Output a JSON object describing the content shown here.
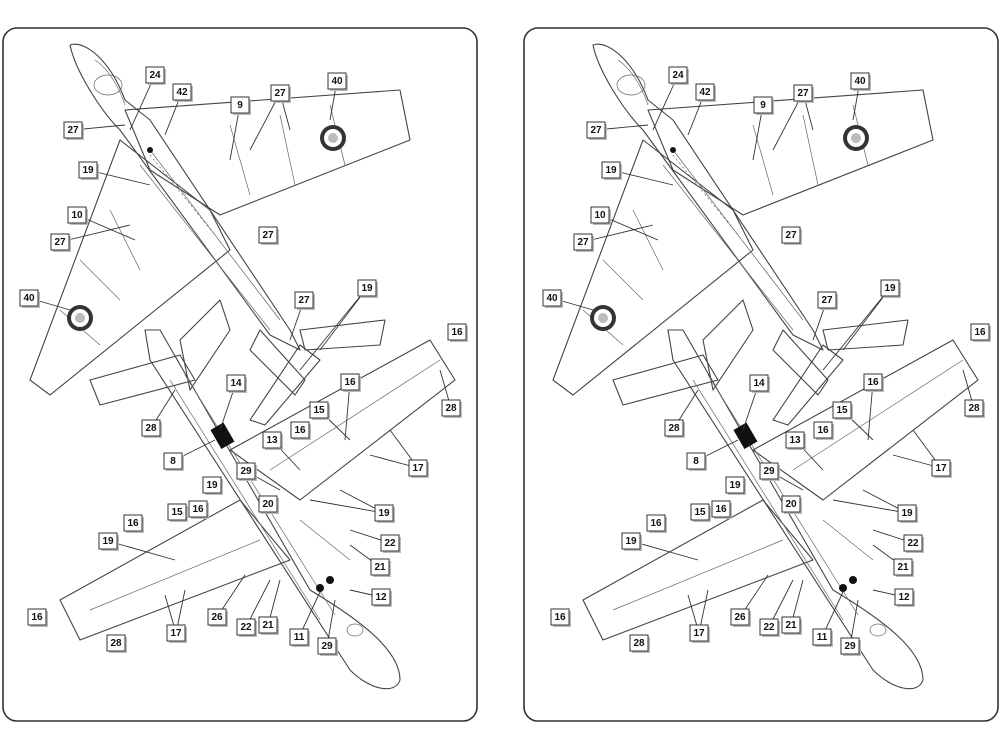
{
  "panels": [
    {
      "id": "left",
      "callouts": [
        {
          "label": "24"
        },
        {
          "label": "42"
        },
        {
          "label": "27"
        },
        {
          "label": "9"
        },
        {
          "label": "27"
        },
        {
          "label": "40"
        },
        {
          "label": "19"
        },
        {
          "label": "10"
        },
        {
          "label": "27"
        },
        {
          "label": "27"
        },
        {
          "label": "40"
        },
        {
          "label": "27"
        },
        {
          "label": "19"
        },
        {
          "label": "16"
        },
        {
          "label": "14"
        },
        {
          "label": "28"
        },
        {
          "label": "28"
        },
        {
          "label": "16"
        },
        {
          "label": "8"
        },
        {
          "label": "13"
        },
        {
          "label": "15"
        },
        {
          "label": "16"
        },
        {
          "label": "17"
        },
        {
          "label": "29"
        },
        {
          "label": "19"
        },
        {
          "label": "15"
        },
        {
          "label": "16"
        },
        {
          "label": "16"
        },
        {
          "label": "20"
        },
        {
          "label": "19"
        },
        {
          "label": "19"
        },
        {
          "label": "22"
        },
        {
          "label": "21"
        },
        {
          "label": "12"
        },
        {
          "label": "16"
        },
        {
          "label": "26"
        },
        {
          "label": "22"
        },
        {
          "label": "21"
        },
        {
          "label": "17"
        },
        {
          "label": "28"
        },
        {
          "label": "11"
        },
        {
          "label": "29"
        }
      ]
    },
    {
      "id": "right",
      "callouts": [
        {
          "label": "24"
        },
        {
          "label": "42"
        },
        {
          "label": "27"
        },
        {
          "label": "9"
        },
        {
          "label": "27"
        },
        {
          "label": "40"
        },
        {
          "label": "19"
        },
        {
          "label": "10"
        },
        {
          "label": "27"
        },
        {
          "label": "27"
        },
        {
          "label": "40"
        },
        {
          "label": "27"
        },
        {
          "label": "19"
        },
        {
          "label": "16"
        },
        {
          "label": "14"
        },
        {
          "label": "28"
        },
        {
          "label": "28"
        },
        {
          "label": "16"
        },
        {
          "label": "8"
        },
        {
          "label": "13"
        },
        {
          "label": "15"
        },
        {
          "label": "16"
        },
        {
          "label": "17"
        },
        {
          "label": "29"
        },
        {
          "label": "19"
        },
        {
          "label": "15"
        },
        {
          "label": "16"
        },
        {
          "label": "16"
        },
        {
          "label": "20"
        },
        {
          "label": "19"
        },
        {
          "label": "19"
        },
        {
          "label": "22"
        },
        {
          "label": "21"
        },
        {
          "label": "12"
        },
        {
          "label": "16"
        },
        {
          "label": "26"
        },
        {
          "label": "22"
        },
        {
          "label": "21"
        },
        {
          "label": "17"
        },
        {
          "label": "28"
        },
        {
          "label": "11"
        },
        {
          "label": "29"
        }
      ]
    }
  ],
  "colors": {
    "outline": "#444444",
    "roundel_outer": "#333333",
    "roundel_inner": "#bbbbbb",
    "panel_bg": "#ffffff"
  }
}
